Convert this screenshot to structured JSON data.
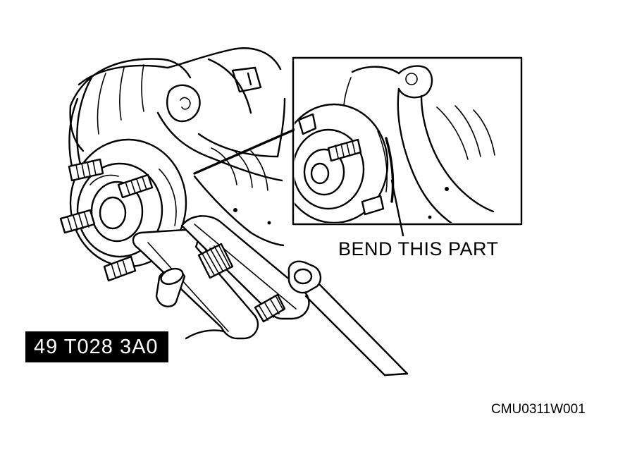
{
  "figure": {
    "callout_bend": "BEND THIS PART",
    "tool_number": "49 T028 3A0",
    "figure_code": "CMU0311W001"
  }
}
